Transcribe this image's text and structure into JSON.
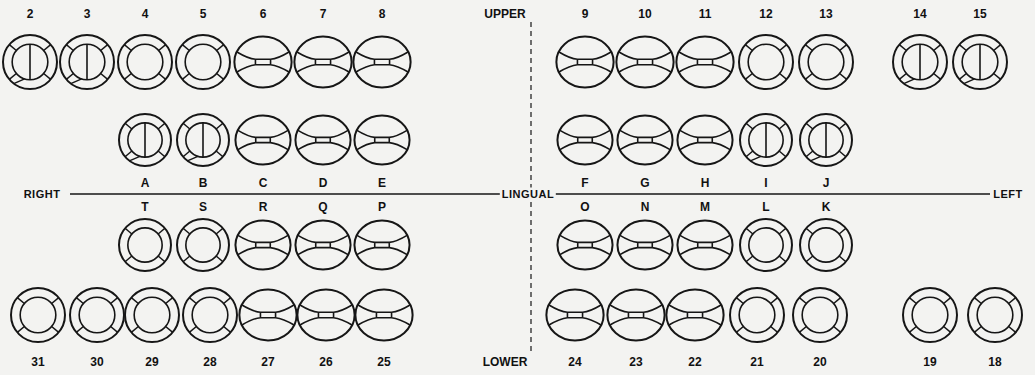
{
  "diagram": {
    "labels": [
      "2",
      "3",
      "4",
      "5",
      "6",
      "7",
      "8",
      "UPPER",
      "9",
      "10",
      "11",
      "12",
      "13",
      "14",
      "15",
      "A",
      "B",
      "C",
      "D",
      "E",
      "F",
      "G",
      "H",
      "I",
      "J",
      "RIGHT",
      "LINGUAL",
      "LEFT",
      "T",
      "S",
      "R",
      "Q",
      "P",
      "O",
      "N",
      "M",
      "L",
      "K",
      "31",
      "30",
      "29",
      "28",
      "27",
      "26",
      "25",
      "LOWER",
      "24",
      "23",
      "22",
      "21",
      "20",
      "19",
      "18"
    ]
  }
}
